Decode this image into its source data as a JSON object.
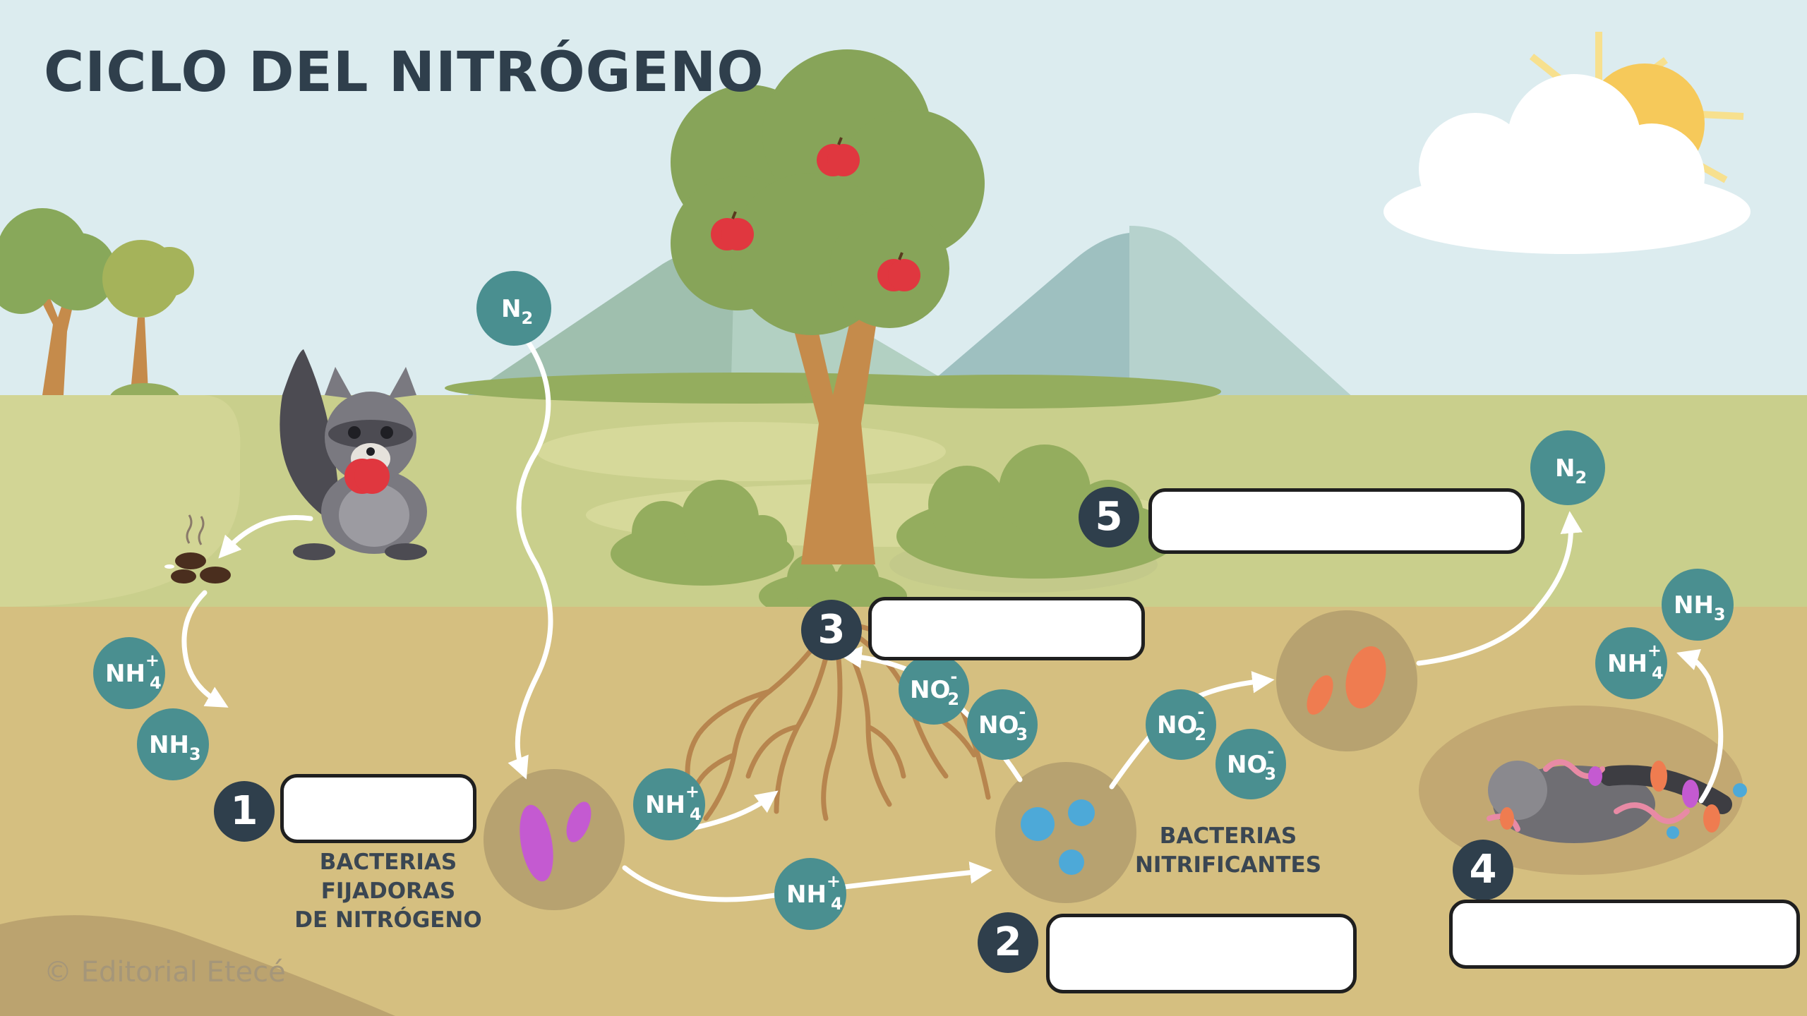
{
  "title": "CICLO DEL NITRÓGENO",
  "copyright": "© Editorial Etecé",
  "captions": {
    "fixing_bacteria": [
      "BACTERIAS",
      "FIJADORAS",
      "DE NITRÓGENO"
    ],
    "nitrifying_bacteria": [
      "BACTERIAS",
      "NITRIFICANTES"
    ]
  },
  "steps": [
    {
      "number": "1",
      "label": ""
    },
    {
      "number": "2",
      "label": ""
    },
    {
      "number": "3",
      "label": ""
    },
    {
      "number": "4",
      "label": ""
    },
    {
      "number": "5",
      "label": ""
    }
  ],
  "molecules": {
    "n2_top": {
      "base": "N",
      "sub": "2",
      "sup": ""
    },
    "n2_right": {
      "base": "N",
      "sub": "2",
      "sup": ""
    },
    "nh4_left": {
      "base": "NH",
      "sub": "4",
      "sup": "+"
    },
    "nh3_left": {
      "base": "NH",
      "sub": "3",
      "sup": ""
    },
    "nh4_mid": {
      "base": "NH",
      "sub": "4",
      "sup": "+"
    },
    "nh4_bottom": {
      "base": "NH",
      "sub": "4",
      "sup": "+"
    },
    "no2_root": {
      "base": "NO",
      "sub": "2",
      "sup": "-"
    },
    "no3_root": {
      "base": "NO",
      "sub": "3",
      "sup": "-"
    },
    "no2_right": {
      "base": "NO",
      "sub": "2",
      "sup": "-"
    },
    "no3_right": {
      "base": "NO",
      "sub": "3",
      "sup": "-"
    },
    "nh3_right": {
      "base": "NH",
      "sub": "3",
      "sup": ""
    },
    "nh4_right": {
      "base": "NH",
      "sub": "4",
      "sup": "+"
    }
  },
  "colors": {
    "sky": "#dcecef",
    "grass": "#c9cf8c",
    "soil": "#d5bf80",
    "molecule": "#4a8f90",
    "dark_badge": "#2f3f4c",
    "text": "#3a4652"
  }
}
